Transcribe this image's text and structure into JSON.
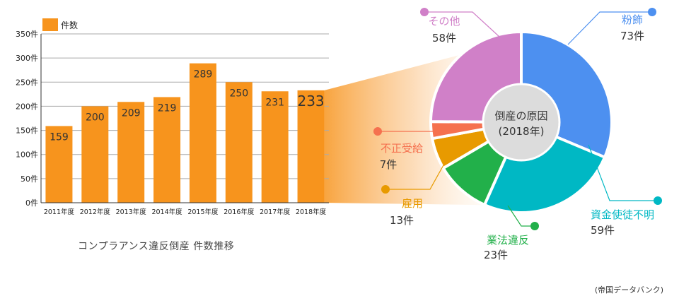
{
  "chart_data": [
    {
      "type": "bar",
      "legend": [
        "件数"
      ],
      "categories": [
        "2011年度",
        "2012年度",
        "2013年度",
        "2014年度",
        "2015年度",
        "2016年度",
        "2017年度",
        "2018年度"
      ],
      "series": [
        {
          "name": "件数",
          "values": [
            159,
            200,
            209,
            219,
            289,
            250,
            231,
            233
          ]
        }
      ],
      "data_labels": [
        "159",
        "200",
        "209",
        "219",
        "289",
        "250",
        "231",
        "233"
      ],
      "ylim": [
        0,
        350
      ],
      "yticks": [
        0,
        50,
        100,
        150,
        200,
        250,
        300,
        350
      ],
      "ytick_labels": [
        "0件",
        "50件",
        "100件",
        "150件",
        "200件",
        "250件",
        "300件",
        "350件"
      ],
      "title": "コンプラアンス違反倒産 件数推移",
      "grid": true,
      "colors": {
        "bar": "#f7941d",
        "grid": "#aaaaaa",
        "axis": "#333333",
        "highlight": "#f7941d"
      }
    },
    {
      "type": "pie",
      "center_label": [
        "倒産の原因",
        "(2018年)"
      ],
      "slices": [
        {
          "name": "粉飾",
          "value": 73,
          "label": "73件",
          "color": "#4d90f0"
        },
        {
          "name": "資金使徒不明",
          "value": 59,
          "label": "59件",
          "color": "#00b8c4"
        },
        {
          "name": "業法違反",
          "value": 23,
          "label": "23件",
          "color": "#22b04a"
        },
        {
          "name": "雇用",
          "value": 13,
          "label": "13件",
          "color": "#e89a00"
        },
        {
          "name": "不正受給",
          "value": 7,
          "label": "7件",
          "color": "#f5714f"
        },
        {
          "name": "その他",
          "value": 58,
          "label": "58件",
          "color": "#d080c8"
        }
      ]
    }
  ],
  "source": "(帝国データバンク)"
}
